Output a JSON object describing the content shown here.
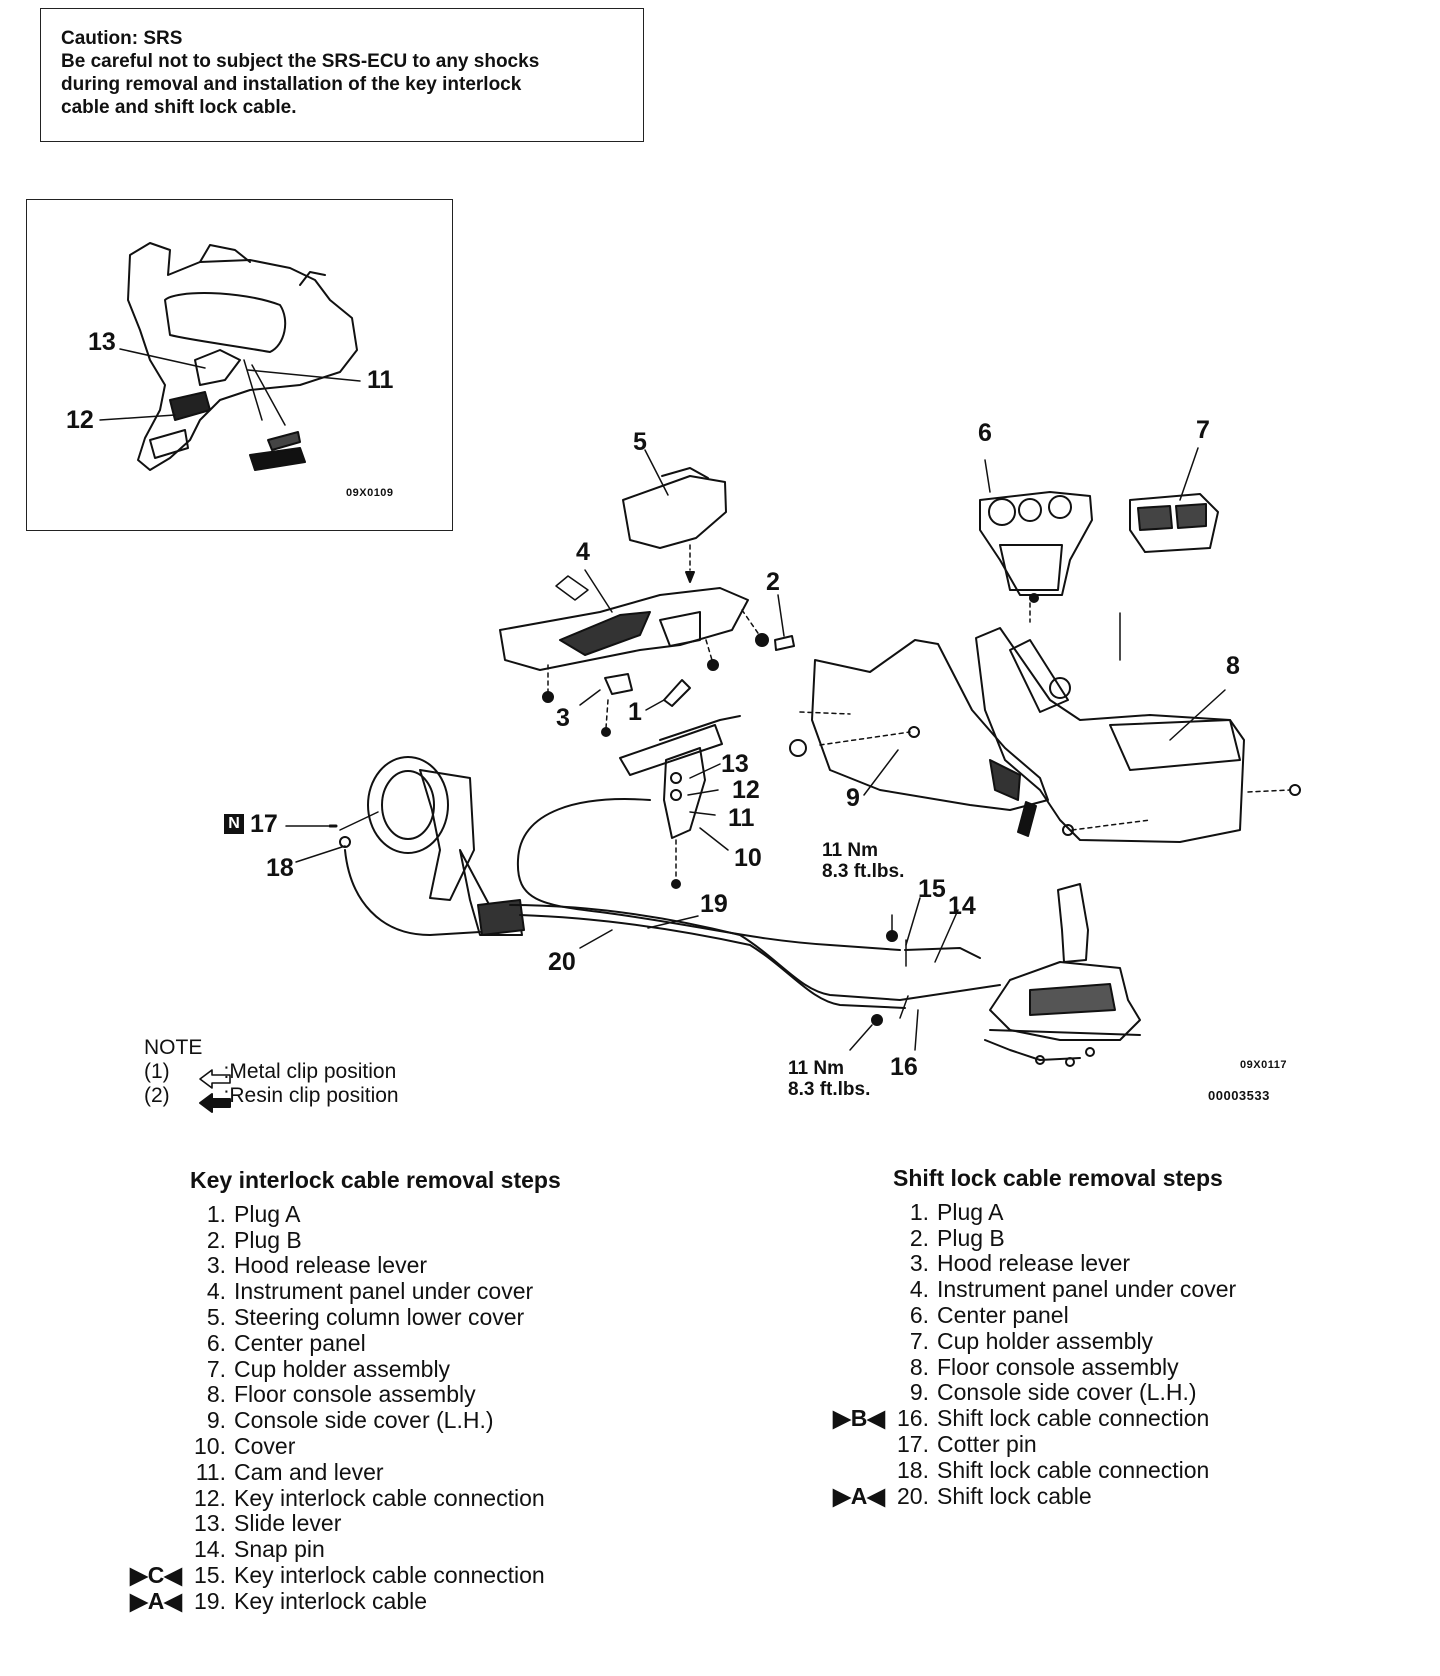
{
  "caution": {
    "title": "Caution: SRS",
    "lines": [
      "Be careful not to subject the SRS-ECU to any shocks",
      "during removal and installation of the key interlock",
      "cable and shift lock cable."
    ]
  },
  "inset": {
    "code": "09X0109",
    "callouts": [
      "13",
      "12",
      "11"
    ]
  },
  "diagram": {
    "code_1": "09X0117",
    "code_2": "00003533",
    "callouts": [
      "5",
      "6",
      "7",
      "4",
      "2",
      "8",
      "3",
      "1",
      "13",
      "12",
      "11",
      "10",
      "9",
      "17",
      "18",
      "19",
      "20",
      "15",
      "14",
      "16"
    ],
    "nut_badge": "N",
    "torque_upper": [
      "11 Nm",
      "8.3 ft.lbs."
    ],
    "torque_lower": [
      "11 Nm",
      "8.3 ft.lbs."
    ]
  },
  "note": {
    "heading": "NOTE",
    "items": [
      {
        "num": "(1)",
        "text": ":Metal clip position",
        "icon": "outline-arrow-icon"
      },
      {
        "num": "(2)",
        "text": ":Resin clip position",
        "icon": "solid-arrow-icon"
      }
    ]
  },
  "key_interlock": {
    "heading": "Key interlock cable removal steps",
    "steps": [
      {
        "num": "1.",
        "text": "Plug A",
        "mark": ""
      },
      {
        "num": "2.",
        "text": "Plug B",
        "mark": ""
      },
      {
        "num": "3.",
        "text": "Hood release lever",
        "mark": ""
      },
      {
        "num": "4.",
        "text": "Instrument panel under cover",
        "mark": ""
      },
      {
        "num": "5.",
        "text": "Steering column lower cover",
        "mark": ""
      },
      {
        "num": "6.",
        "text": "Center panel",
        "mark": ""
      },
      {
        "num": "7.",
        "text": "Cup holder assembly",
        "mark": ""
      },
      {
        "num": "8.",
        "text": "Floor console assembly",
        "mark": ""
      },
      {
        "num": "9.",
        "text": "Console side cover (L.H.)",
        "mark": ""
      },
      {
        "num": "10.",
        "text": "Cover",
        "mark": ""
      },
      {
        "num": "11.",
        "text": "Cam and lever",
        "mark": ""
      },
      {
        "num": "12.",
        "text": "Key interlock cable connection",
        "mark": ""
      },
      {
        "num": "13.",
        "text": "Slide lever",
        "mark": ""
      },
      {
        "num": "14.",
        "text": "Snap pin",
        "mark": ""
      },
      {
        "num": "15.",
        "text": "Key interlock cable connection",
        "mark": "▶C◀"
      },
      {
        "num": "19.",
        "text": "Key interlock cable",
        "mark": "▶A◀"
      }
    ]
  },
  "shift_lock": {
    "heading": "Shift lock cable removal steps",
    "steps": [
      {
        "num": "1.",
        "text": "Plug A",
        "mark": ""
      },
      {
        "num": "2.",
        "text": "Plug B",
        "mark": ""
      },
      {
        "num": "3.",
        "text": "Hood release lever",
        "mark": ""
      },
      {
        "num": "4.",
        "text": "Instrument panel under cover",
        "mark": ""
      },
      {
        "num": "6.",
        "text": "Center panel",
        "mark": ""
      },
      {
        "num": "7.",
        "text": "Cup holder assembly",
        "mark": ""
      },
      {
        "num": "8.",
        "text": "Floor console assembly",
        "mark": ""
      },
      {
        "num": "9.",
        "text": "Console side cover (L.H.)",
        "mark": ""
      },
      {
        "num": "16.",
        "text": "Shift lock cable connection",
        "mark": "▶B◀"
      },
      {
        "num": "17.",
        "text": "Cotter pin",
        "mark": ""
      },
      {
        "num": "18.",
        "text": "Shift lock cable connection",
        "mark": ""
      },
      {
        "num": "20.",
        "text": "Shift lock cable",
        "mark": "▶A◀"
      }
    ]
  }
}
